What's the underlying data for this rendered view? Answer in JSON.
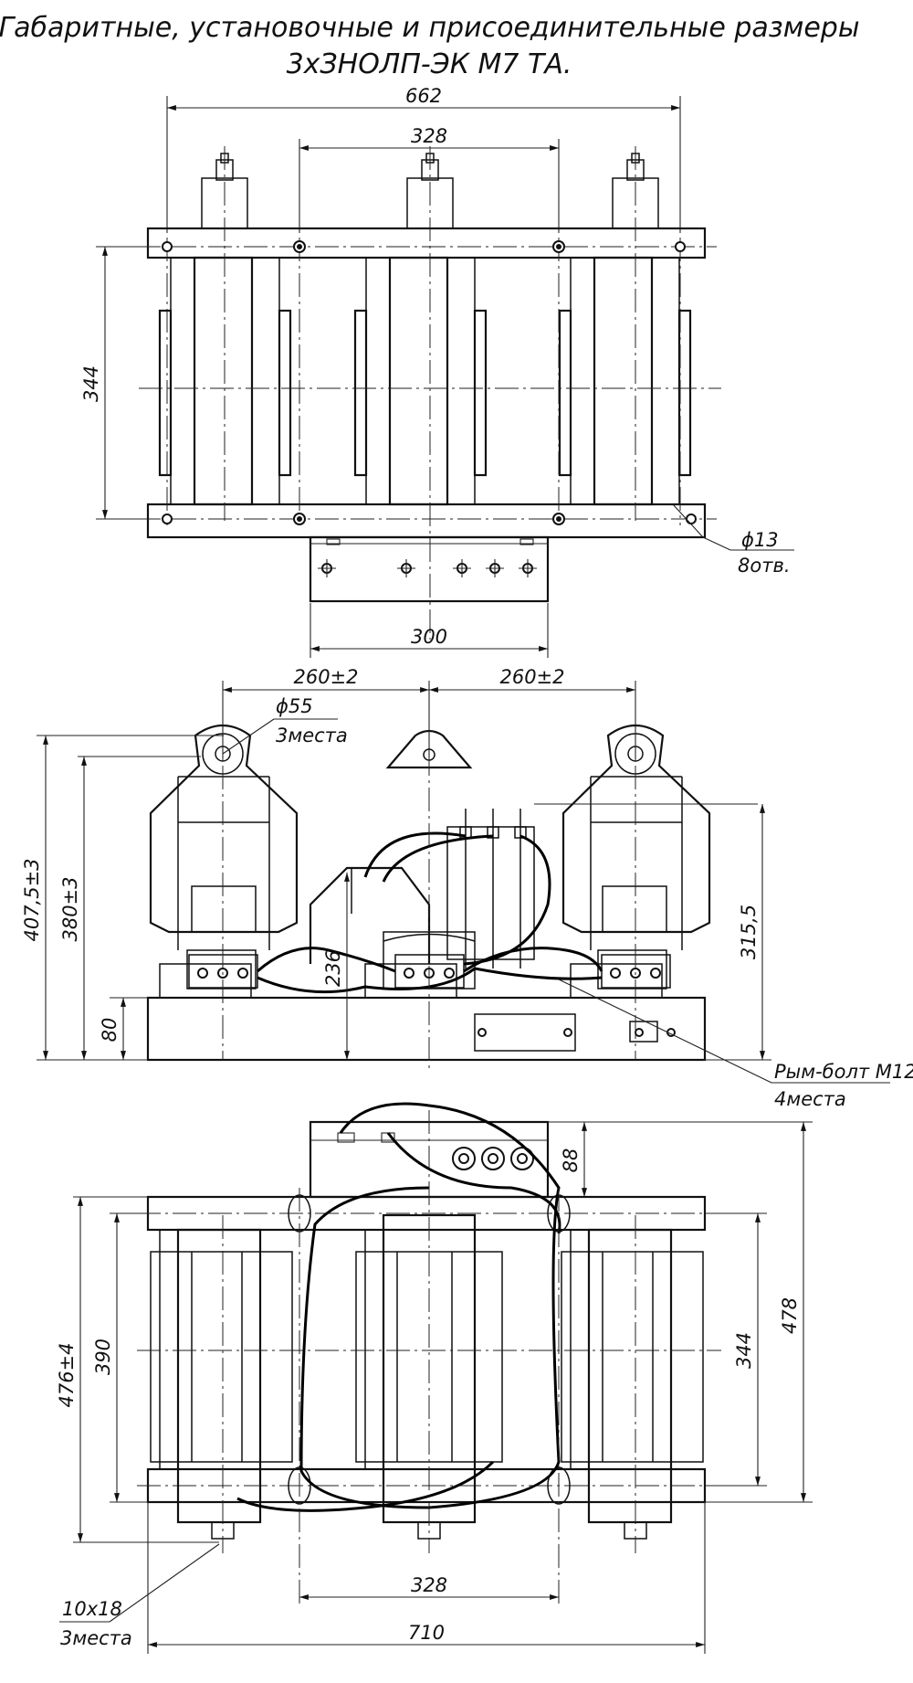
{
  "title": {
    "line1": "Габаритные, установочные и присоединительные размеры",
    "line2": "3хЗНОЛП-ЭК М7 ТА."
  },
  "top_view": {
    "dim_overall_width": "662",
    "dim_spacing": "328",
    "dim_depth": "344",
    "dim_box_width": "300",
    "hole_dia": "ϕ13",
    "hole_count": "8отв."
  },
  "front_view": {
    "dim_pitch_left": "260±2",
    "dim_pitch_right": "260±2",
    "eye_dia": "ϕ55",
    "eye_count": "3места",
    "dim_total_height": "407,5±3",
    "dim_height_380": "380±3",
    "dim_base": "80",
    "dim_236": "236",
    "dim_315": "315,5",
    "eyebolt_label": "Рым-болт М12",
    "eyebolt_count": "4места"
  },
  "bottom_view": {
    "dim_88": "88",
    "dim_476": "476±4",
    "dim_390": "390",
    "dim_344": "344",
    "dim_478": "478",
    "dim_328": "328",
    "dim_710": "710",
    "slot_size": "10x18",
    "slot_count": "3места"
  }
}
